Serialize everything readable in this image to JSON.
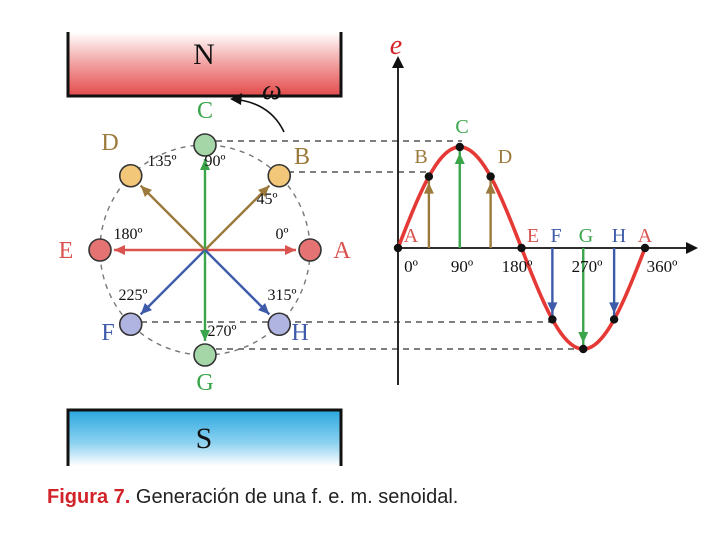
{
  "magnets": {
    "north": "N",
    "south": "S"
  },
  "rotation_symbol": "ω",
  "axis_label": "e",
  "points": [
    {
      "id": "A",
      "angle": 0,
      "angle_label": "0º",
      "color": "#d9534f",
      "fill": "#e57373",
      "arrow": "#d9534f"
    },
    {
      "id": "B",
      "angle": 45,
      "angle_label": "45º",
      "color": "#9c7a3c",
      "fill": "#f3c77a",
      "arrow": "#9c7a3c"
    },
    {
      "id": "C",
      "angle": 90,
      "angle_label": "90º",
      "color": "#3aa54a",
      "fill": "#a5d6a7",
      "arrow": "#3aa54a"
    },
    {
      "id": "D",
      "angle": 135,
      "angle_label": "135º",
      "color": "#9c7a3c",
      "fill": "#f3c77a",
      "arrow": "#9c7a3c"
    },
    {
      "id": "E",
      "angle": 180,
      "angle_label": "180º",
      "color": "#d9534f",
      "fill": "#e57373",
      "arrow": "#d9534f"
    },
    {
      "id": "F",
      "angle": 225,
      "angle_label": "225º",
      "color": "#3d5ba9",
      "fill": "#b0b4e0",
      "arrow": "#3d5ba9"
    },
    {
      "id": "G",
      "angle": 270,
      "angle_label": "270º",
      "color": "#3aa54a",
      "fill": "#a5d6a7",
      "arrow": "#3aa54a"
    },
    {
      "id": "H",
      "angle": 315,
      "angle_label": "315º",
      "color": "#3d5ba9",
      "fill": "#b0b4e0",
      "arrow": "#3d5ba9"
    }
  ],
  "wave_axis_ticks": [
    "0º",
    "90º",
    "180º",
    "270º",
    "360º"
  ],
  "wave_labels": [
    "A",
    "B",
    "C",
    "D",
    "E",
    "F",
    "G",
    "H",
    "A"
  ],
  "caption": {
    "label": "Figura 7.",
    "text": " Generación de una f. e. m. senoidal."
  },
  "colors": {
    "curve": "#e53935",
    "north_magnet": "#e85b5b",
    "south_magnet": "#3fb5e3"
  }
}
